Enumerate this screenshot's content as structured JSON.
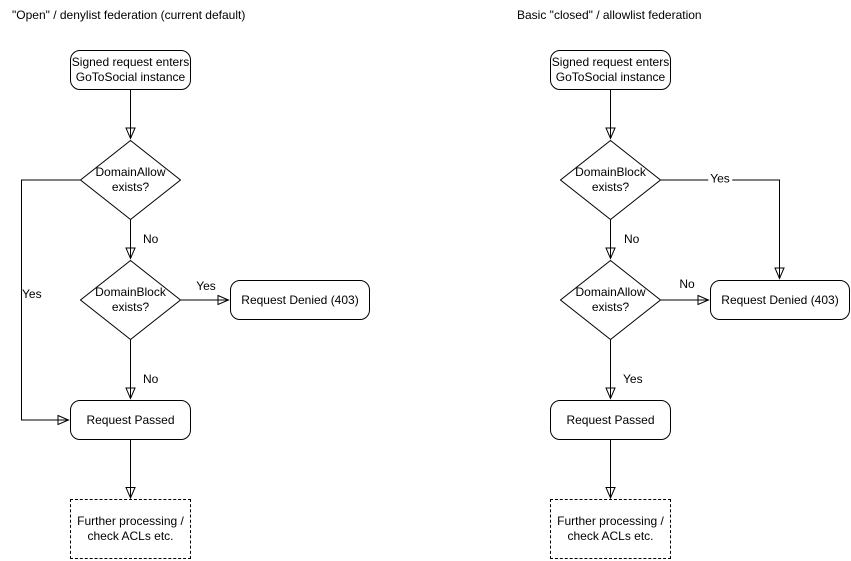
{
  "colors": {
    "canvas": "#ffffff",
    "stroke": "#000000",
    "shape_fill": "#ffffff",
    "text": "#000000"
  },
  "left": {
    "title": "\"Open\" / denylist federation (current default)",
    "nodes": {
      "start": "Signed request enters\nGoToSocial instance",
      "domain_allow": "DomainAllow\nexists?",
      "domain_block": "DomainBlock\nexists?",
      "denied": "Request Denied (403)",
      "passed": "Request Passed",
      "further": "Further processing /\ncheck ACLs etc."
    },
    "labels": {
      "allow_no": "No",
      "allow_yes": "Yes",
      "block_yes": "Yes",
      "block_no": "No"
    }
  },
  "right": {
    "title": "Basic \"closed\" / allowlist federation",
    "nodes": {
      "start": "Signed request enters\nGoToSocial instance",
      "domain_block": "DomainBlock\nexists?",
      "domain_allow": "DomainAllow\nexists?",
      "denied": "Request Denied (403)",
      "passed": "Request Passed",
      "further": "Further processing /\ncheck ACLs etc."
    },
    "labels": {
      "block_yes": "Yes",
      "block_no": "No",
      "allow_no": "No",
      "allow_yes": "Yes"
    }
  }
}
